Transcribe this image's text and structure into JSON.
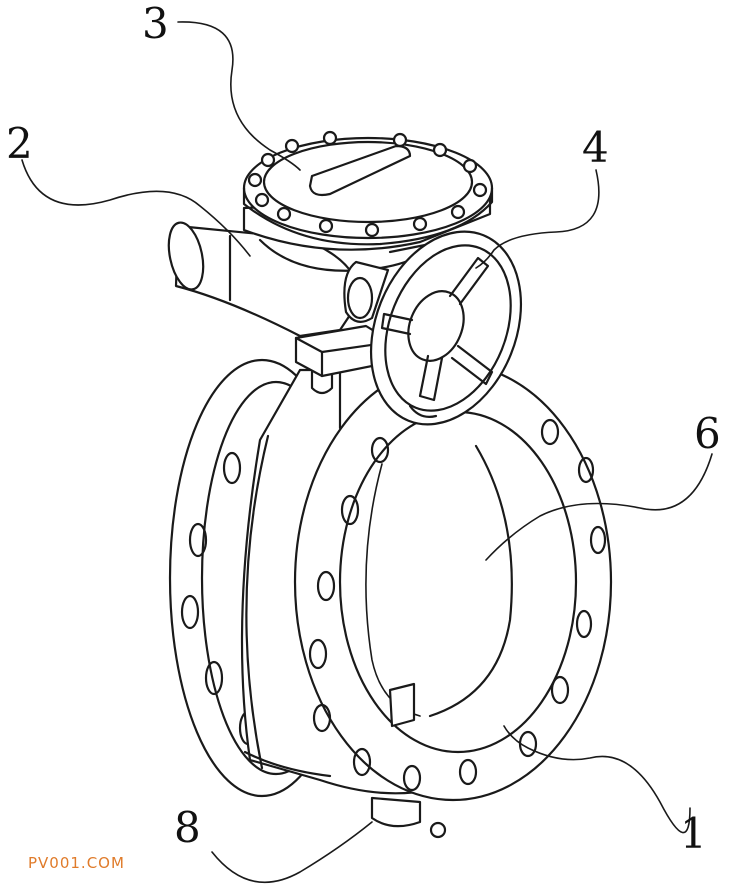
{
  "labels": {
    "l1": "1",
    "l2": "2",
    "l3": "3",
    "l4": "4",
    "l6": "6",
    "l8": "8"
  },
  "watermark": {
    "text": "PV001.COM",
    "color": "#e07b2a"
  },
  "colors": {
    "line": "#1a1a1a",
    "background": "#ffffff"
  }
}
